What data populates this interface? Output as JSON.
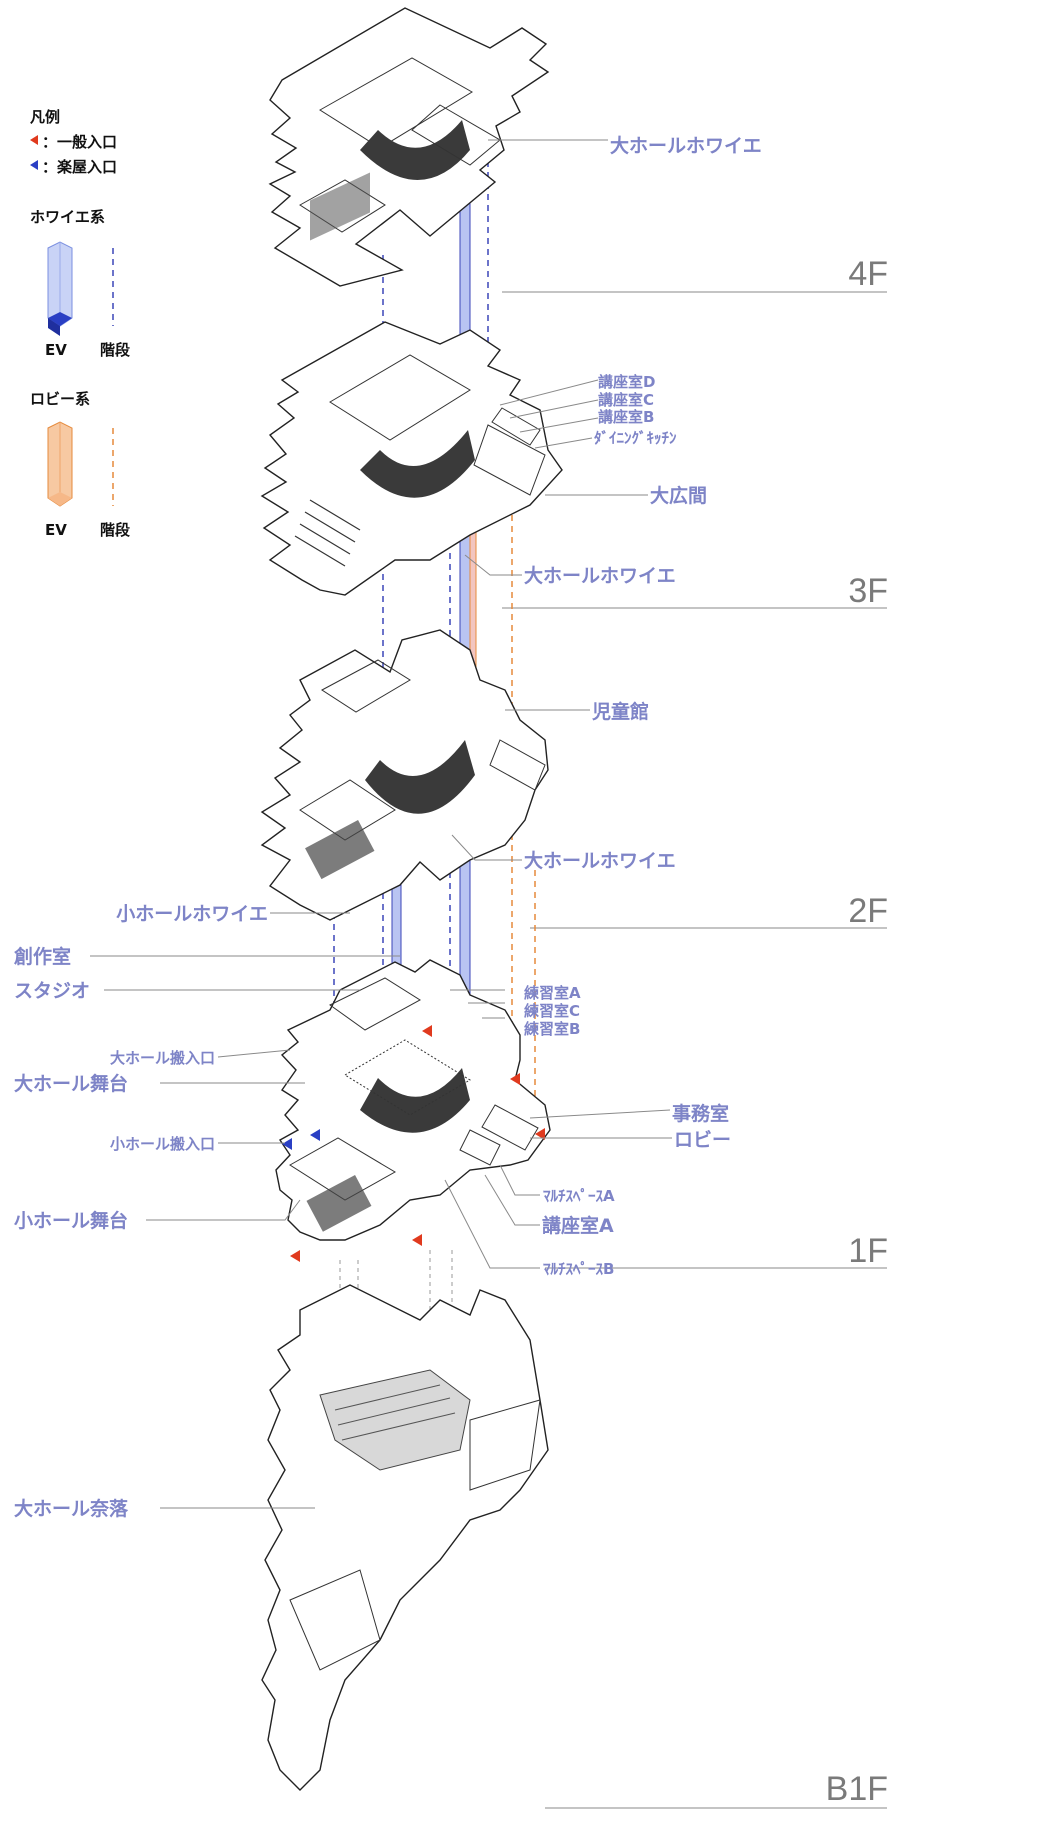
{
  "legend": {
    "title": "凡例",
    "general_entrance": "：一般入口",
    "backstage_entrance": "：楽屋入口",
    "foyer_group": "ホワイエ系",
    "lobby_group": "ロビー系",
    "ev": "EV",
    "stairs": "階段",
    "colors": {
      "foyer": "#3b46b8",
      "lobby": "#e58a3c",
      "general_entrance": "#e03a1e",
      "backstage_entrance": "#2a3fc4"
    }
  },
  "floors": {
    "f4": "4F",
    "f3": "3F",
    "f2": "2F",
    "f1": "1F",
    "b1": "B1F"
  },
  "labels": {
    "f4_foyer": "大ホールホワイエ",
    "lecture_d": "講座室D",
    "lecture_c": "講座室C",
    "lecture_b": "講座室B",
    "dining_kitchen": "ﾀﾞｲﾆﾝｸﾞｷｯﾁﾝ",
    "big_hall_room": "大広間",
    "f3_foyer": "大ホールホワイエ",
    "childrens_hall": "児童館",
    "f2_foyer": "大ホールホワイエ",
    "small_hall_foyer": "小ホールホワイエ",
    "creation_room": "創作室",
    "studio": "スタジオ",
    "practice_a": "練習室A",
    "practice_c": "練習室C",
    "practice_b": "練習室B",
    "big_hall_loading": "大ホール搬入口",
    "big_hall_stage": "大ホール舞台",
    "office": "事務室",
    "lobby": "ロビー",
    "small_hall_loading": "小ホール搬入口",
    "multi_a": "ﾏﾙﾁｽﾍﾟｰｽA",
    "lecture_a": "講座室A",
    "small_hall_stage": "小ホール舞台",
    "multi_b": "ﾏﾙﾁｽﾍﾟｰｽB",
    "big_hall_pit": "大ホール奈落"
  }
}
